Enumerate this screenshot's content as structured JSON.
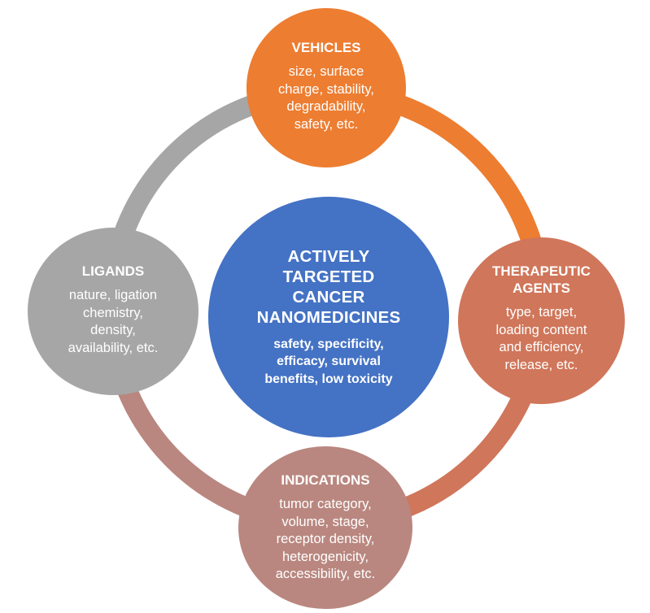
{
  "diagram": {
    "center": {
      "title_lines": [
        "ACTIVELY",
        "TARGETED",
        "CANCER",
        "NANOMEDICINES"
      ],
      "desc_lines": [
        "safety, specificity,",
        "efficacy, survival",
        "benefits, low toxicity"
      ],
      "color": "#4472C4"
    },
    "nodes": {
      "vehicles": {
        "title_lines": [
          "VEHICLES"
        ],
        "desc_lines": [
          "size, surface",
          "charge, stability,",
          "degradability,",
          "safety, etc."
        ],
        "color": "#ED7D31"
      },
      "therapeutic": {
        "title_lines": [
          "THERAPEUTIC",
          "AGENTS"
        ],
        "desc_lines": [
          "type, target,",
          "loading content",
          "and efficiency,",
          "release, etc."
        ],
        "color": "#D0765A"
      },
      "indications": {
        "title_lines": [
          "INDICATIONS"
        ],
        "desc_lines": [
          "tumor category,",
          "volume, stage,",
          "receptor density,",
          "heterogenicity,",
          "accessibility, etc."
        ],
        "color": "#B9877F"
      },
      "ligands": {
        "title_lines": [
          "LIGANDS"
        ],
        "desc_lines": [
          "nature, ligation",
          "chemistry,",
          "density,",
          "availability, etc."
        ],
        "color": "#A6A6A6"
      }
    },
    "ring_segments": [
      {
        "name": "vehicles-to-therapeutic",
        "color": "#ED7D31"
      },
      {
        "name": "therapeutic-to-indications",
        "color": "#D0765A"
      },
      {
        "name": "indications-to-ligands",
        "color": "#B9877F"
      },
      {
        "name": "ligands-to-vehicles",
        "color": "#A6A6A6"
      }
    ]
  }
}
